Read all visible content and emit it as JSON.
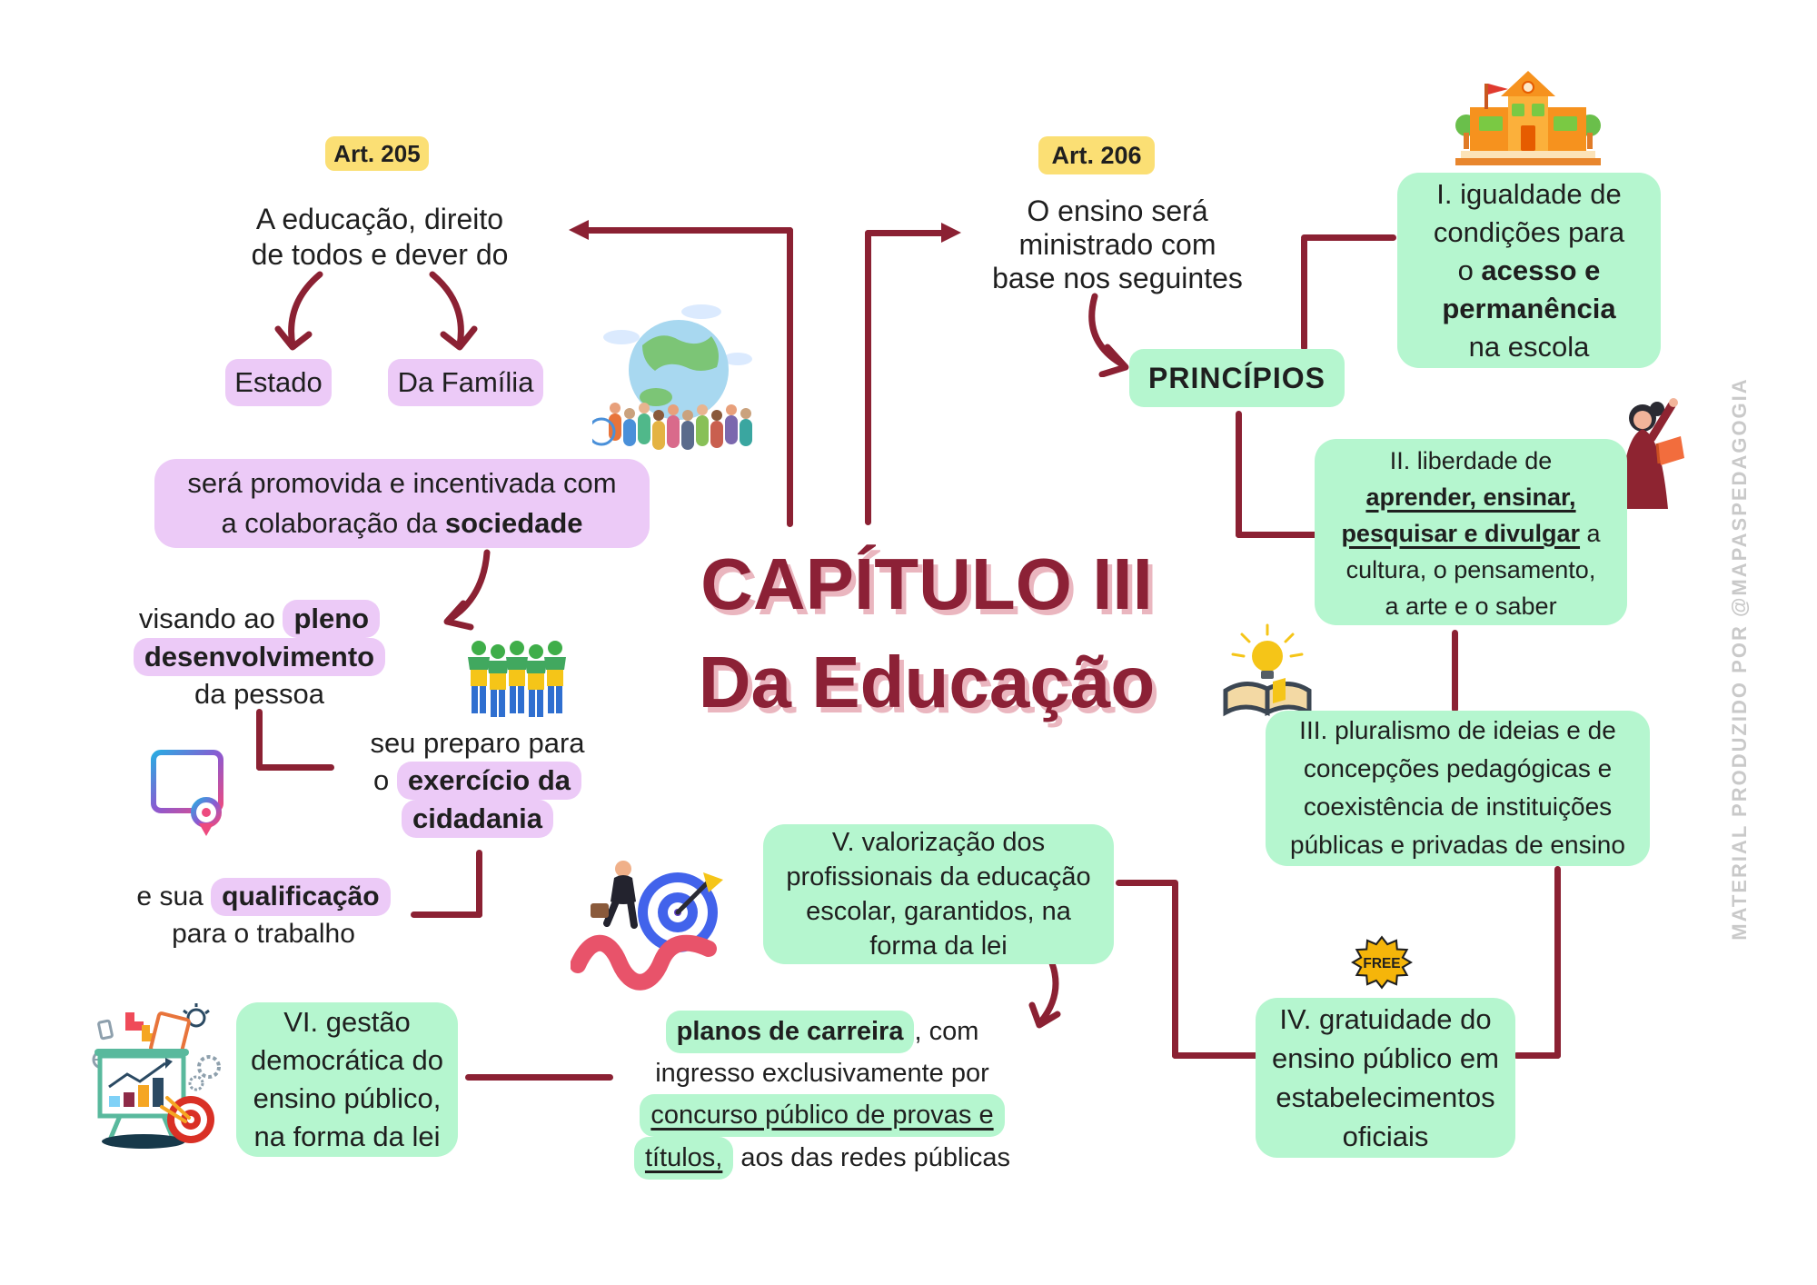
{
  "colors": {
    "maroon": "#8b2133",
    "title_text": "#8c2136",
    "title_shadow": "#eab6bf",
    "badge_yellow": "#fbdf74",
    "box_purple": "#eccaf7",
    "box_green": "#b5f6cf",
    "text": "#1f1f1f",
    "watermark_gray": "#c9c9c9"
  },
  "icons": {
    "school": "🏫",
    "globe-crowd": "🌍",
    "people-group": "👥",
    "certificate": "📜",
    "businessman-target": "🎯",
    "teacher": "👩‍🏫",
    "book-lightbulb": "💡",
    "free-badge": "✷",
    "presentation-board": "📊"
  },
  "watermark": "MATERIAL PRODUZIDO POR @MAPASPEDAGOGIA",
  "title": {
    "line1": "CAPÍTULO III",
    "line2": "Da Educação"
  },
  "art205": {
    "badge": "Art. 205",
    "intro_l1": "A educação, direito",
    "intro_l2": "de todos e dever do",
    "estado": "Estado",
    "familia": "Da Família",
    "promovida_l1": "será promovida e incentivada com",
    "promovida_l2a": "a colaboração da ",
    "promovida_l2b": "sociedade",
    "visando_l1a": "visando ao ",
    "visando_l1b": "pleno",
    "visando_l2": "desenvolvimento",
    "visando_l3": "da pessoa",
    "preparo_l1": "seu preparo para",
    "preparo_l2a": "o ",
    "preparo_l2b": "exercício da",
    "preparo_l3": "cidadania",
    "qualificacao_l1a": "e sua ",
    "qualificacao_l1b": "qualificação",
    "qualificacao_l2": "para o trabalho"
  },
  "art206": {
    "badge": "Art. 206",
    "intro_l1": "O ensino será",
    "intro_l2": "ministrado com",
    "intro_l3": "base nos seguintes",
    "principios": "PRINCÍPIOS"
  },
  "principle1": {
    "l1": "I. igualdade de",
    "l2": "condições para",
    "l3a": "o ",
    "l3b": "acesso e",
    "l4": "permanência",
    "l5": "na escola"
  },
  "principle2": {
    "l1": "II. liberdade de",
    "l2": "aprender, ensinar,",
    "l3a": "pesquisar e divulgar",
    "l3b": " a",
    "l4": "cultura, o pensamento,",
    "l5": "a arte e o saber"
  },
  "principle3": {
    "l1": "III. pluralismo de ideias e de",
    "l2": "concepções pedagógicas e",
    "l3": "coexistência de instituições",
    "l4": "públicas e privadas de ensino"
  },
  "principle4": {
    "free": "FREE",
    "l1": "IV. gratuidade do",
    "l2": "ensino público em",
    "l3": "estabelecimentos",
    "l4": "oficiais"
  },
  "principle5": {
    "l1": "V. valorização dos",
    "l2": "profissionais da educação",
    "l3": "escolar, garantidos, na",
    "l4": "forma da lei"
  },
  "carreira": {
    "l1a": "planos de carreira",
    "l1b": ", com",
    "l2": "ingresso exclusivamente por",
    "l3": "concurso público de provas e",
    "l4a": "títulos,",
    "l4b": " aos das redes públicas"
  },
  "principle6": {
    "l1": "VI. gestão",
    "l2": "democrática do",
    "l3": "ensino público,",
    "l4": "na forma da lei"
  }
}
